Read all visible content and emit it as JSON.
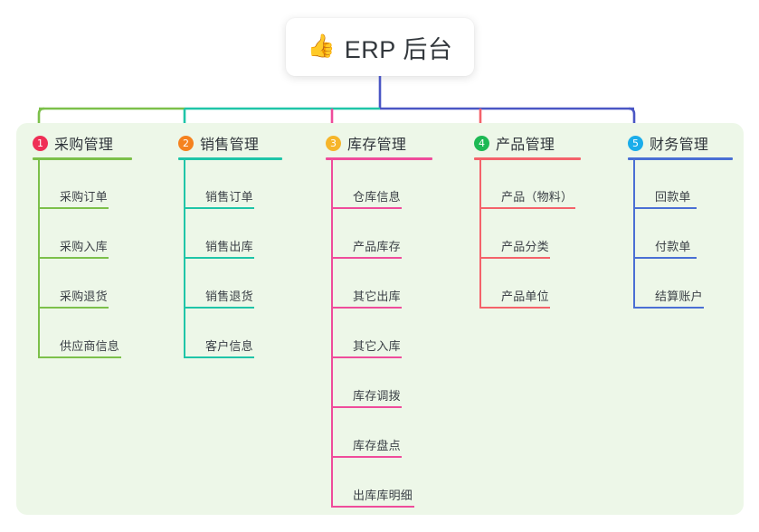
{
  "root": {
    "icon": "thumbs-up-icon",
    "emoji": "👍",
    "title": "ERP 后台"
  },
  "panel": {
    "background": "#edf7e8"
  },
  "trunk_color": "#4a56c4",
  "columns": [
    {
      "index": "1",
      "title": "采购管理",
      "color": "#7cc04a",
      "badge_color": "#ef2f56",
      "connector_color": "#7cc04a",
      "items": [
        {
          "label": "采购订单"
        },
        {
          "label": "采购入库"
        },
        {
          "label": "采购退货"
        },
        {
          "label": "供应商信息"
        }
      ]
    },
    {
      "index": "2",
      "title": "销售管理",
      "color": "#1fc5a8",
      "badge_color": "#f5821f",
      "connector_color": "#1fc5a8",
      "items": [
        {
          "label": "销售订单"
        },
        {
          "label": "销售出库"
        },
        {
          "label": "销售退货"
        },
        {
          "label": "客户信息"
        }
      ]
    },
    {
      "index": "3",
      "title": "库存管理",
      "color": "#ef4c9b",
      "badge_color": "#f6b52a",
      "connector_color": "#ef4c9b",
      "items": [
        {
          "label": "仓库信息"
        },
        {
          "label": "产品库存"
        },
        {
          "label": "其它出库"
        },
        {
          "label": "其它入库"
        },
        {
          "label": "库存调拨"
        },
        {
          "label": "库存盘点"
        },
        {
          "label": "出库库明细"
        }
      ]
    },
    {
      "index": "4",
      "title": "产品管理",
      "color": "#f4626a",
      "badge_color": "#1db954",
      "connector_color": "#f4626a",
      "items": [
        {
          "label": "产品（物料）"
        },
        {
          "label": "产品分类"
        },
        {
          "label": "产品单位"
        }
      ]
    },
    {
      "index": "5",
      "title": "财务管理",
      "color": "#4a6fd4",
      "badge_color": "#1badea",
      "connector_color": "#4a56c4",
      "items": [
        {
          "label": "回款单"
        },
        {
          "label": "付款单"
        },
        {
          "label": "结算账户"
        }
      ]
    }
  ]
}
